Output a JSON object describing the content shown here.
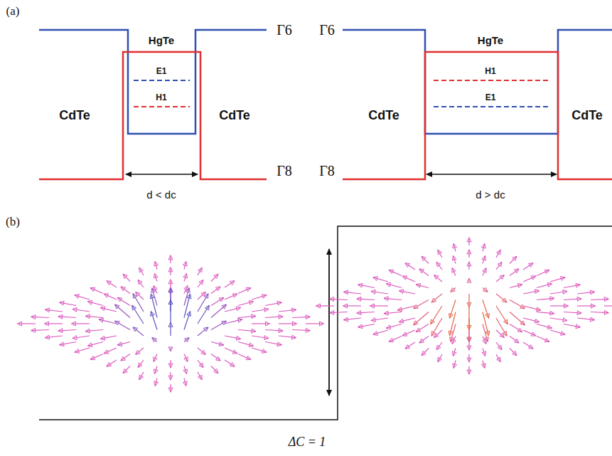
{
  "diagram": {
    "labels": [
      "(a)",
      "HgTe",
      "Γ6",
      "CdTe",
      "E1",
      "H1",
      "CdTe",
      "Γ8",
      "d < dc",
      "Γ6",
      "HgTe",
      "H1",
      "CdTe",
      "E1",
      "CdTe",
      "Γ8",
      "d > dc",
      "(b)",
      "ΔC = 1"
    ]
  }
}
